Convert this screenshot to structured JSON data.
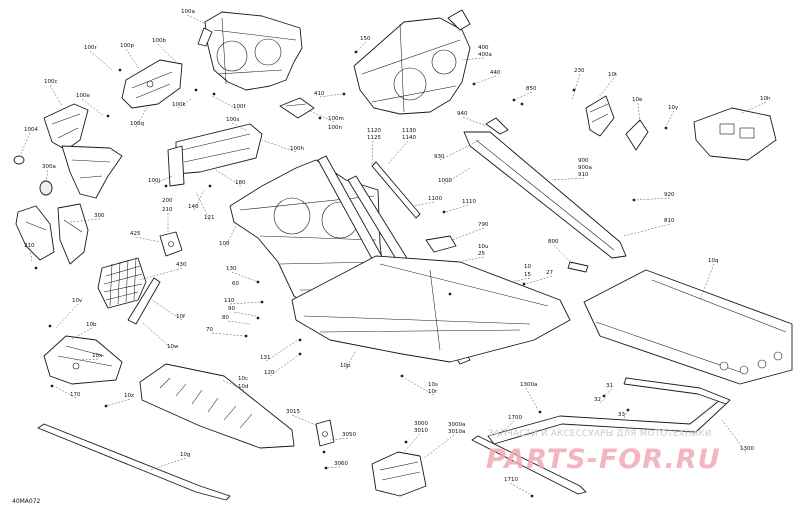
{
  "diagram_code": "40MA072",
  "watermark": {
    "tagline": "ЗАПЧАСТИ И АКСЕССУАРЫ ДЛЯ МОТОТЕХНИКИ",
    "logo_text": "PARTS-FOR.RU"
  },
  "callouts": [
    {
      "id": "c-100a",
      "text": "100a"
    },
    {
      "id": "c-100b",
      "text": "100b"
    },
    {
      "id": "c-100p",
      "text": "100p"
    },
    {
      "id": "c-100r",
      "text": "100r"
    },
    {
      "id": "c-100c",
      "text": "100c"
    },
    {
      "id": "c-100e",
      "text": "100e"
    },
    {
      "id": "c-100q",
      "text": "100q"
    },
    {
      "id": "c-100k",
      "text": "100k"
    },
    {
      "id": "c-100f",
      "text": "100f"
    },
    {
      "id": "c-100s",
      "text": "100s"
    },
    {
      "id": "c-1004",
      "text": "1004"
    },
    {
      "id": "c-300a",
      "text": "300a"
    },
    {
      "id": "c-300",
      "text": "300"
    },
    {
      "id": "c-310",
      "text": "310"
    },
    {
      "id": "c-100m",
      "text": "100m"
    },
    {
      "id": "c-100n",
      "text": "100n"
    },
    {
      "id": "c-100h",
      "text": "100h"
    },
    {
      "id": "c-100j",
      "text": "100j"
    },
    {
      "id": "c-140",
      "text": "140"
    },
    {
      "id": "c-180",
      "text": "180"
    },
    {
      "id": "c-200",
      "text": "200"
    },
    {
      "id": "c-210",
      "text": "210"
    },
    {
      "id": "c-121",
      "text": "121"
    },
    {
      "id": "c-425",
      "text": "425"
    },
    {
      "id": "c-430",
      "text": "430"
    },
    {
      "id": "c-100",
      "text": "100"
    },
    {
      "id": "c-150",
      "text": "150"
    },
    {
      "id": "c-410",
      "text": "410"
    },
    {
      "id": "c-400",
      "text": "400"
    },
    {
      "id": "c-400a",
      "text": "400a"
    },
    {
      "id": "c-440",
      "text": "440"
    },
    {
      "id": "c-850",
      "text": "850"
    },
    {
      "id": "c-940",
      "text": "940"
    },
    {
      "id": "c-930",
      "text": "930"
    },
    {
      "id": "c-1120",
      "text": "1120"
    },
    {
      "id": "c-1125",
      "text": "1125"
    },
    {
      "id": "c-1130",
      "text": "1130"
    },
    {
      "id": "c-1140",
      "text": "1140"
    },
    {
      "id": "c-1000",
      "text": "1000"
    },
    {
      "id": "c-1100",
      "text": "1100"
    },
    {
      "id": "c-1110",
      "text": "1110"
    },
    {
      "id": "c-900",
      "text": "900"
    },
    {
      "id": "c-900a",
      "text": "900a"
    },
    {
      "id": "c-910",
      "text": "910"
    },
    {
      "id": "c-920",
      "text": "920"
    },
    {
      "id": "c-810",
      "text": "810"
    },
    {
      "id": "c-800",
      "text": "800"
    },
    {
      "id": "c-230",
      "text": "230"
    },
    {
      "id": "c-10t",
      "text": "10t"
    },
    {
      "id": "c-10e",
      "text": "10e"
    },
    {
      "id": "c-10y",
      "text": "10y"
    },
    {
      "id": "c-10h",
      "text": "10h"
    },
    {
      "id": "c-790",
      "text": "790"
    },
    {
      "id": "c-10u",
      "text": "10u"
    },
    {
      "id": "c-25",
      "text": "25"
    },
    {
      "id": "c-10",
      "text": "10"
    },
    {
      "id": "c-15",
      "text": "15"
    },
    {
      "id": "c-27",
      "text": "27"
    },
    {
      "id": "c-10q",
      "text": "10q"
    },
    {
      "id": "c-130",
      "text": "130"
    },
    {
      "id": "c-60",
      "text": "60"
    },
    {
      "id": "c-110",
      "text": "110"
    },
    {
      "id": "c-90",
      "text": "90"
    },
    {
      "id": "c-80",
      "text": "80"
    },
    {
      "id": "c-70",
      "text": "70"
    },
    {
      "id": "c-10f",
      "text": "10f"
    },
    {
      "id": "c-10w",
      "text": "10w"
    },
    {
      "id": "c-10v",
      "text": "10v"
    },
    {
      "id": "c-10b",
      "text": "10b"
    },
    {
      "id": "c-10x",
      "text": "10x"
    },
    {
      "id": "c-170",
      "text": "170"
    },
    {
      "id": "c-131",
      "text": "131"
    },
    {
      "id": "c-120",
      "text": "120"
    },
    {
      "id": "c-10p",
      "text": "10p"
    },
    {
      "id": "c-10s",
      "text": "10s"
    },
    {
      "id": "c-10r",
      "text": "10r"
    },
    {
      "id": "c-10c",
      "text": "10c"
    },
    {
      "id": "c-10d",
      "text": "10d"
    },
    {
      "id": "c-10z",
      "text": "10z"
    },
    {
      "id": "c-10g",
      "text": "10g"
    },
    {
      "id": "c-3015",
      "text": "3015"
    },
    {
      "id": "c-3050",
      "text": "3050"
    },
    {
      "id": "c-3060",
      "text": "3060"
    },
    {
      "id": "c-3000",
      "text": "3000"
    },
    {
      "id": "c-3010",
      "text": "3010"
    },
    {
      "id": "c-3000a",
      "text": "3000a"
    },
    {
      "id": "c-3010a",
      "text": "3010a"
    },
    {
      "id": "c-1300a",
      "text": "1300a"
    },
    {
      "id": "c-31",
      "text": "31"
    },
    {
      "id": "c-32",
      "text": "32"
    },
    {
      "id": "c-33",
      "text": "33"
    },
    {
      "id": "c-1700",
      "text": "1700"
    },
    {
      "id": "c-1300",
      "text": "1300"
    },
    {
      "id": "c-1710",
      "text": "1710"
    }
  ]
}
